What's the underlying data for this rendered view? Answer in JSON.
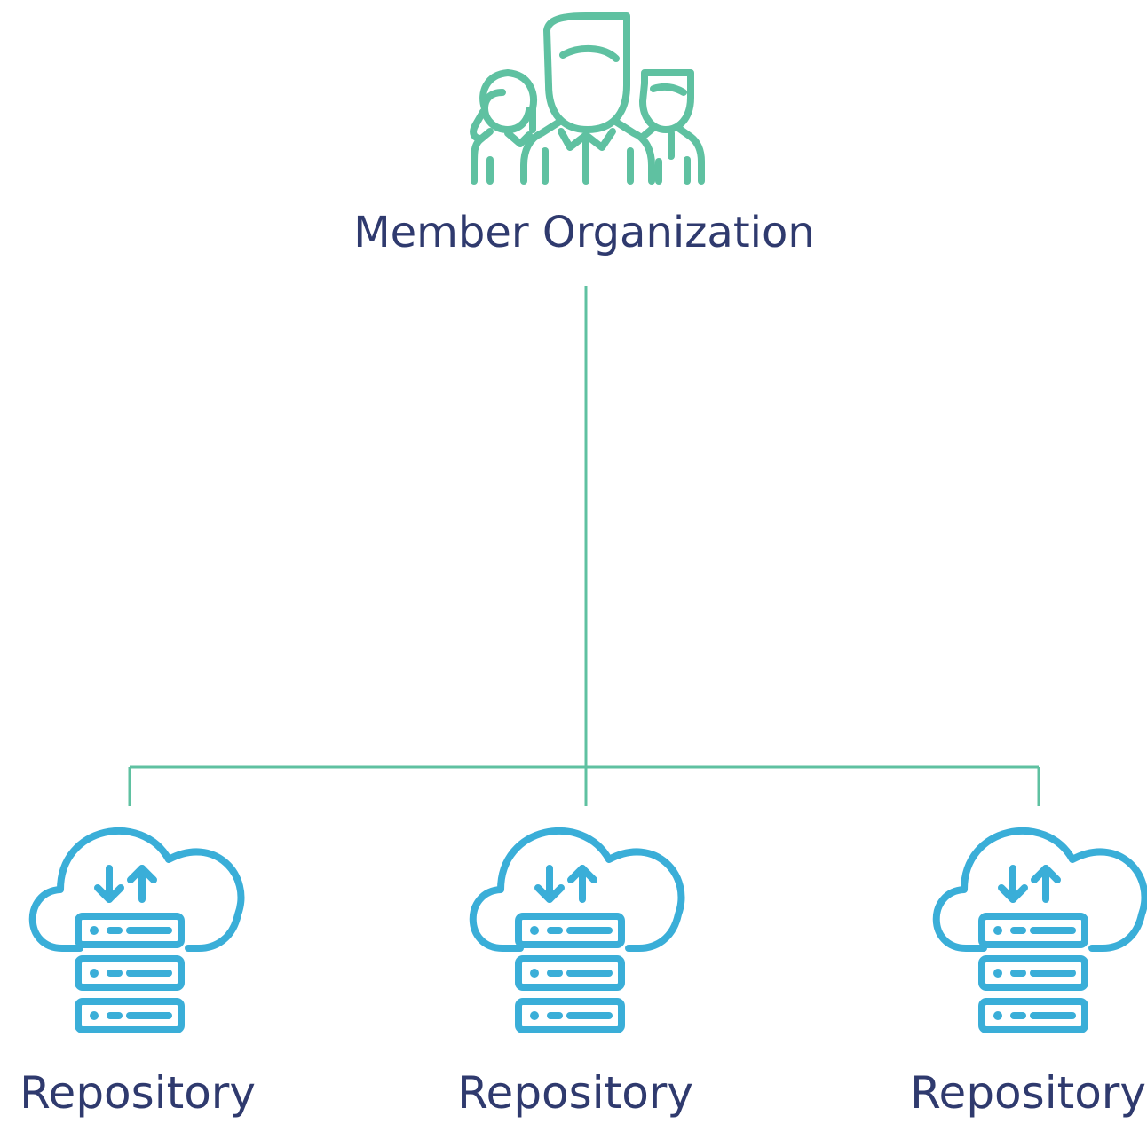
{
  "organization": {
    "label": "Member Organization",
    "icon": "group-of-people-icon"
  },
  "repositories": [
    {
      "label": "Repository",
      "icon": "cloud-server-sync-icon"
    },
    {
      "label": "Repository",
      "icon": "cloud-server-sync-icon"
    },
    {
      "label": "Repository",
      "icon": "cloud-server-sync-icon"
    }
  ],
  "colors": {
    "people_icon": "#5fc1a1",
    "connector": "#5fc1a1",
    "repository_icon": "#3aaed8",
    "text": "#2f3a6e"
  }
}
